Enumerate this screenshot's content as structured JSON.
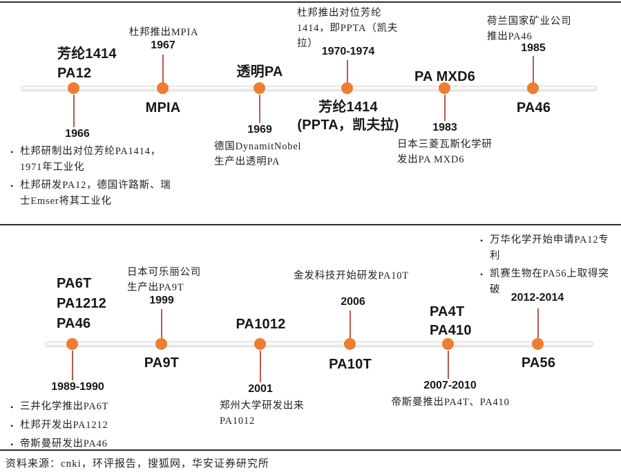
{
  "colors": {
    "dot": "#ED7D31",
    "stem": "#b85a4e",
    "divider": "#2e2e2e",
    "bar_border": "#d2d2d2"
  },
  "footer": {
    "source": "资料来源：cnki，环评报告，搜狐网，华安证券研究所"
  },
  "top": {
    "e1": {
      "title1": "芳纶1414",
      "title2": "PA12",
      "year": "1966",
      "bullet1": "杜邦研制出对位芳纶PA1414，1971年工业化",
      "bullet2": "杜邦研发PA12，德国许路斯、瑞士Emser将其工业化"
    },
    "e2": {
      "note": "杜邦推出MPIA",
      "year": "1967",
      "label": "MPIA"
    },
    "e3": {
      "label": "透明PA",
      "year": "1969",
      "note1": "德国DynamitNobel",
      "note2": "生产出透明PA"
    },
    "e4": {
      "note": "杜邦推出对位芳纶1414，即PPTA（凯夫拉）",
      "year": "1970-1974",
      "label1": "芳纶1414",
      "label2": "(PPTA，凯夫拉)"
    },
    "e5": {
      "label": "PA MXD6",
      "year": "1983",
      "note": "日本三菱瓦斯化学研发出PA MXD6"
    },
    "e6": {
      "note1": "荷兰国家矿业公司",
      "note2": "推出PA46",
      "year": "1985",
      "label": "PA46"
    }
  },
  "bottom": {
    "e1": {
      "title1": "PA6T",
      "title2": "PA1212",
      "title3": "PA46",
      "year": "1989-1990",
      "bullet1": "三井化学推出PA6T",
      "bullet2": "杜邦开发出PA1212",
      "bullet3": "帝斯曼研发出PA46"
    },
    "e2": {
      "note": "日本可乐丽公司生产出PA9T",
      "year": "1999",
      "label": "PA9T"
    },
    "e3": {
      "label": "PA1012",
      "year": "2001",
      "note": "郑州大学研发出来PA1012"
    },
    "e4": {
      "note": "金发科技开始研发PA10T",
      "year": "2006",
      "label": "PA10T"
    },
    "e5": {
      "title1": "PA4T",
      "title2": "PA410",
      "year": "2007-2010",
      "note": "帝斯曼推出PA4T、PA410"
    },
    "e6": {
      "bullet1": "万华化学开始申请PA12专利",
      "bullet2": "凯赛生物在PA56上取得突破",
      "year": "2012-2014",
      "label": "PA56"
    }
  }
}
